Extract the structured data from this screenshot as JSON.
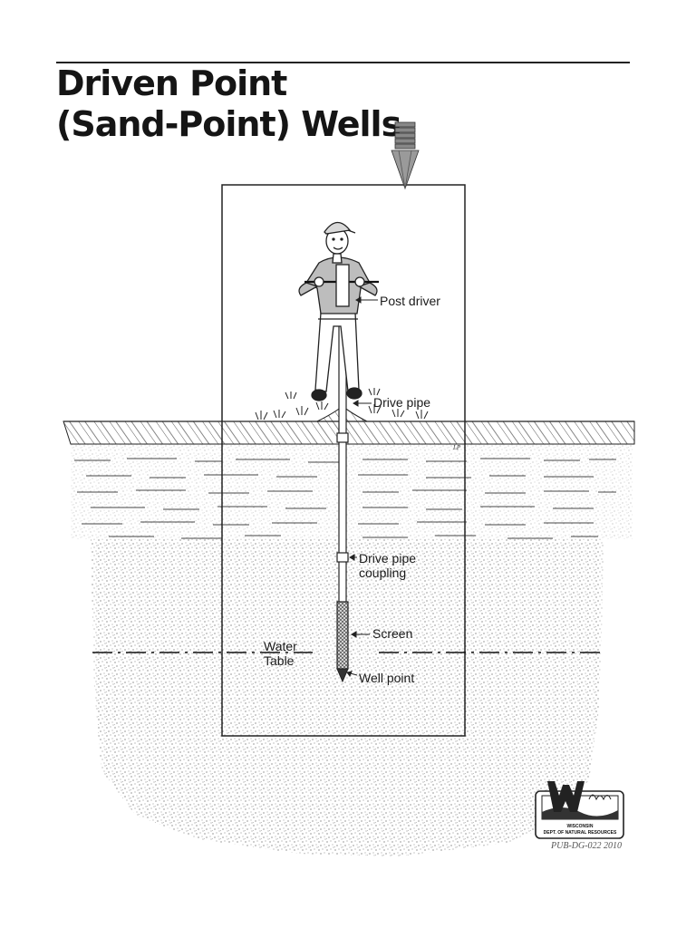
{
  "title": {
    "line1": "Driven Point",
    "line2": "(Sand-Point) Wells"
  },
  "labels": {
    "post_driver": "Post driver",
    "drive_pipe": "Drive pipe",
    "drive_pipe_coupling_line1": "Drive pipe",
    "drive_pipe_coupling_line2": "coupling",
    "screen": "Screen",
    "water_table_line1": "Water",
    "water_table_line2": "Table",
    "well_point": "Well point",
    "artist_initials": "LP"
  },
  "logo": {
    "line1": "WISCONSIN",
    "line2": "DEPT. OF NATURAL RESOURCES"
  },
  "publication_code": "PUB-DG-022 2010",
  "icons": [
    "well-point-icon",
    "worker-figure",
    "dnr-logo-icon"
  ]
}
